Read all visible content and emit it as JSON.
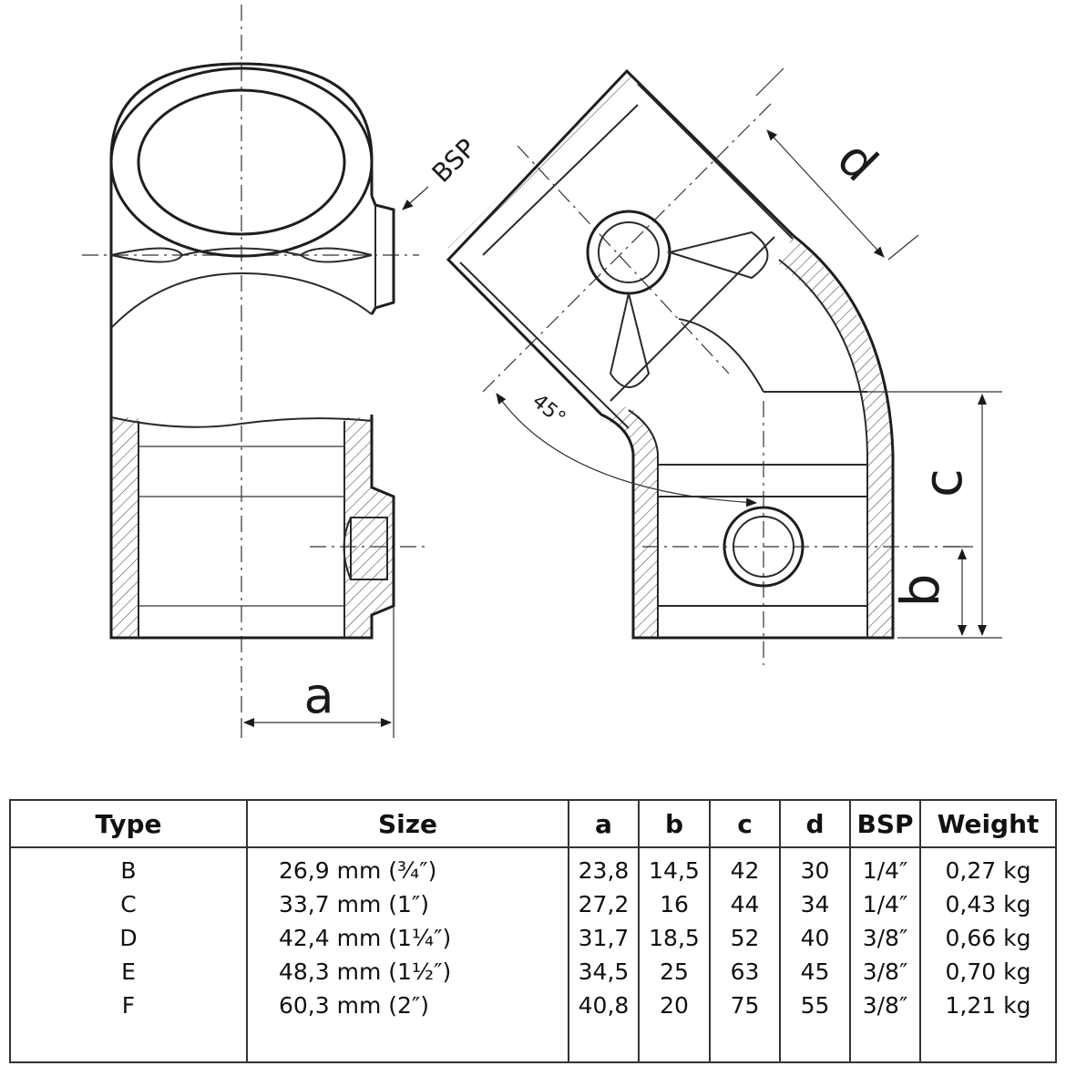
{
  "drawing": {
    "callouts": {
      "bsp": "BSP",
      "angle": "45°",
      "a": "a",
      "b": "b",
      "c": "c",
      "d": "d"
    }
  },
  "table": {
    "headers": [
      "Type",
      "Size",
      "a",
      "b",
      "c",
      "d",
      "BSP",
      "Weight"
    ],
    "rows": [
      {
        "type": "B",
        "size": "26,9 mm (¾″)",
        "a": "23,8",
        "b": "14,5",
        "c": "42",
        "d": "30",
        "bsp": "1/4″",
        "weight": "0,27 kg"
      },
      {
        "type": "C",
        "size": "33,7 mm (1″)",
        "a": "27,2",
        "b": "16",
        "c": "44",
        "d": "34",
        "bsp": "1/4″",
        "weight": "0,43 kg"
      },
      {
        "type": "D",
        "size": "42,4 mm (1¼″)",
        "a": "31,7",
        "b": "18,5",
        "c": "52",
        "d": "40",
        "bsp": "3/8″",
        "weight": "0,66 kg"
      },
      {
        "type": "E",
        "size": "48,3 mm (1½″)",
        "a": "34,5",
        "b": "25",
        "c": "63",
        "d": "45",
        "bsp": "3/8″",
        "weight": "0,70 kg"
      },
      {
        "type": "F",
        "size": "60,3 mm (2″)",
        "a": "40,8",
        "b": "20",
        "c": "75",
        "d": "55",
        "bsp": "3/8″",
        "weight": "1,21 kg"
      }
    ]
  }
}
